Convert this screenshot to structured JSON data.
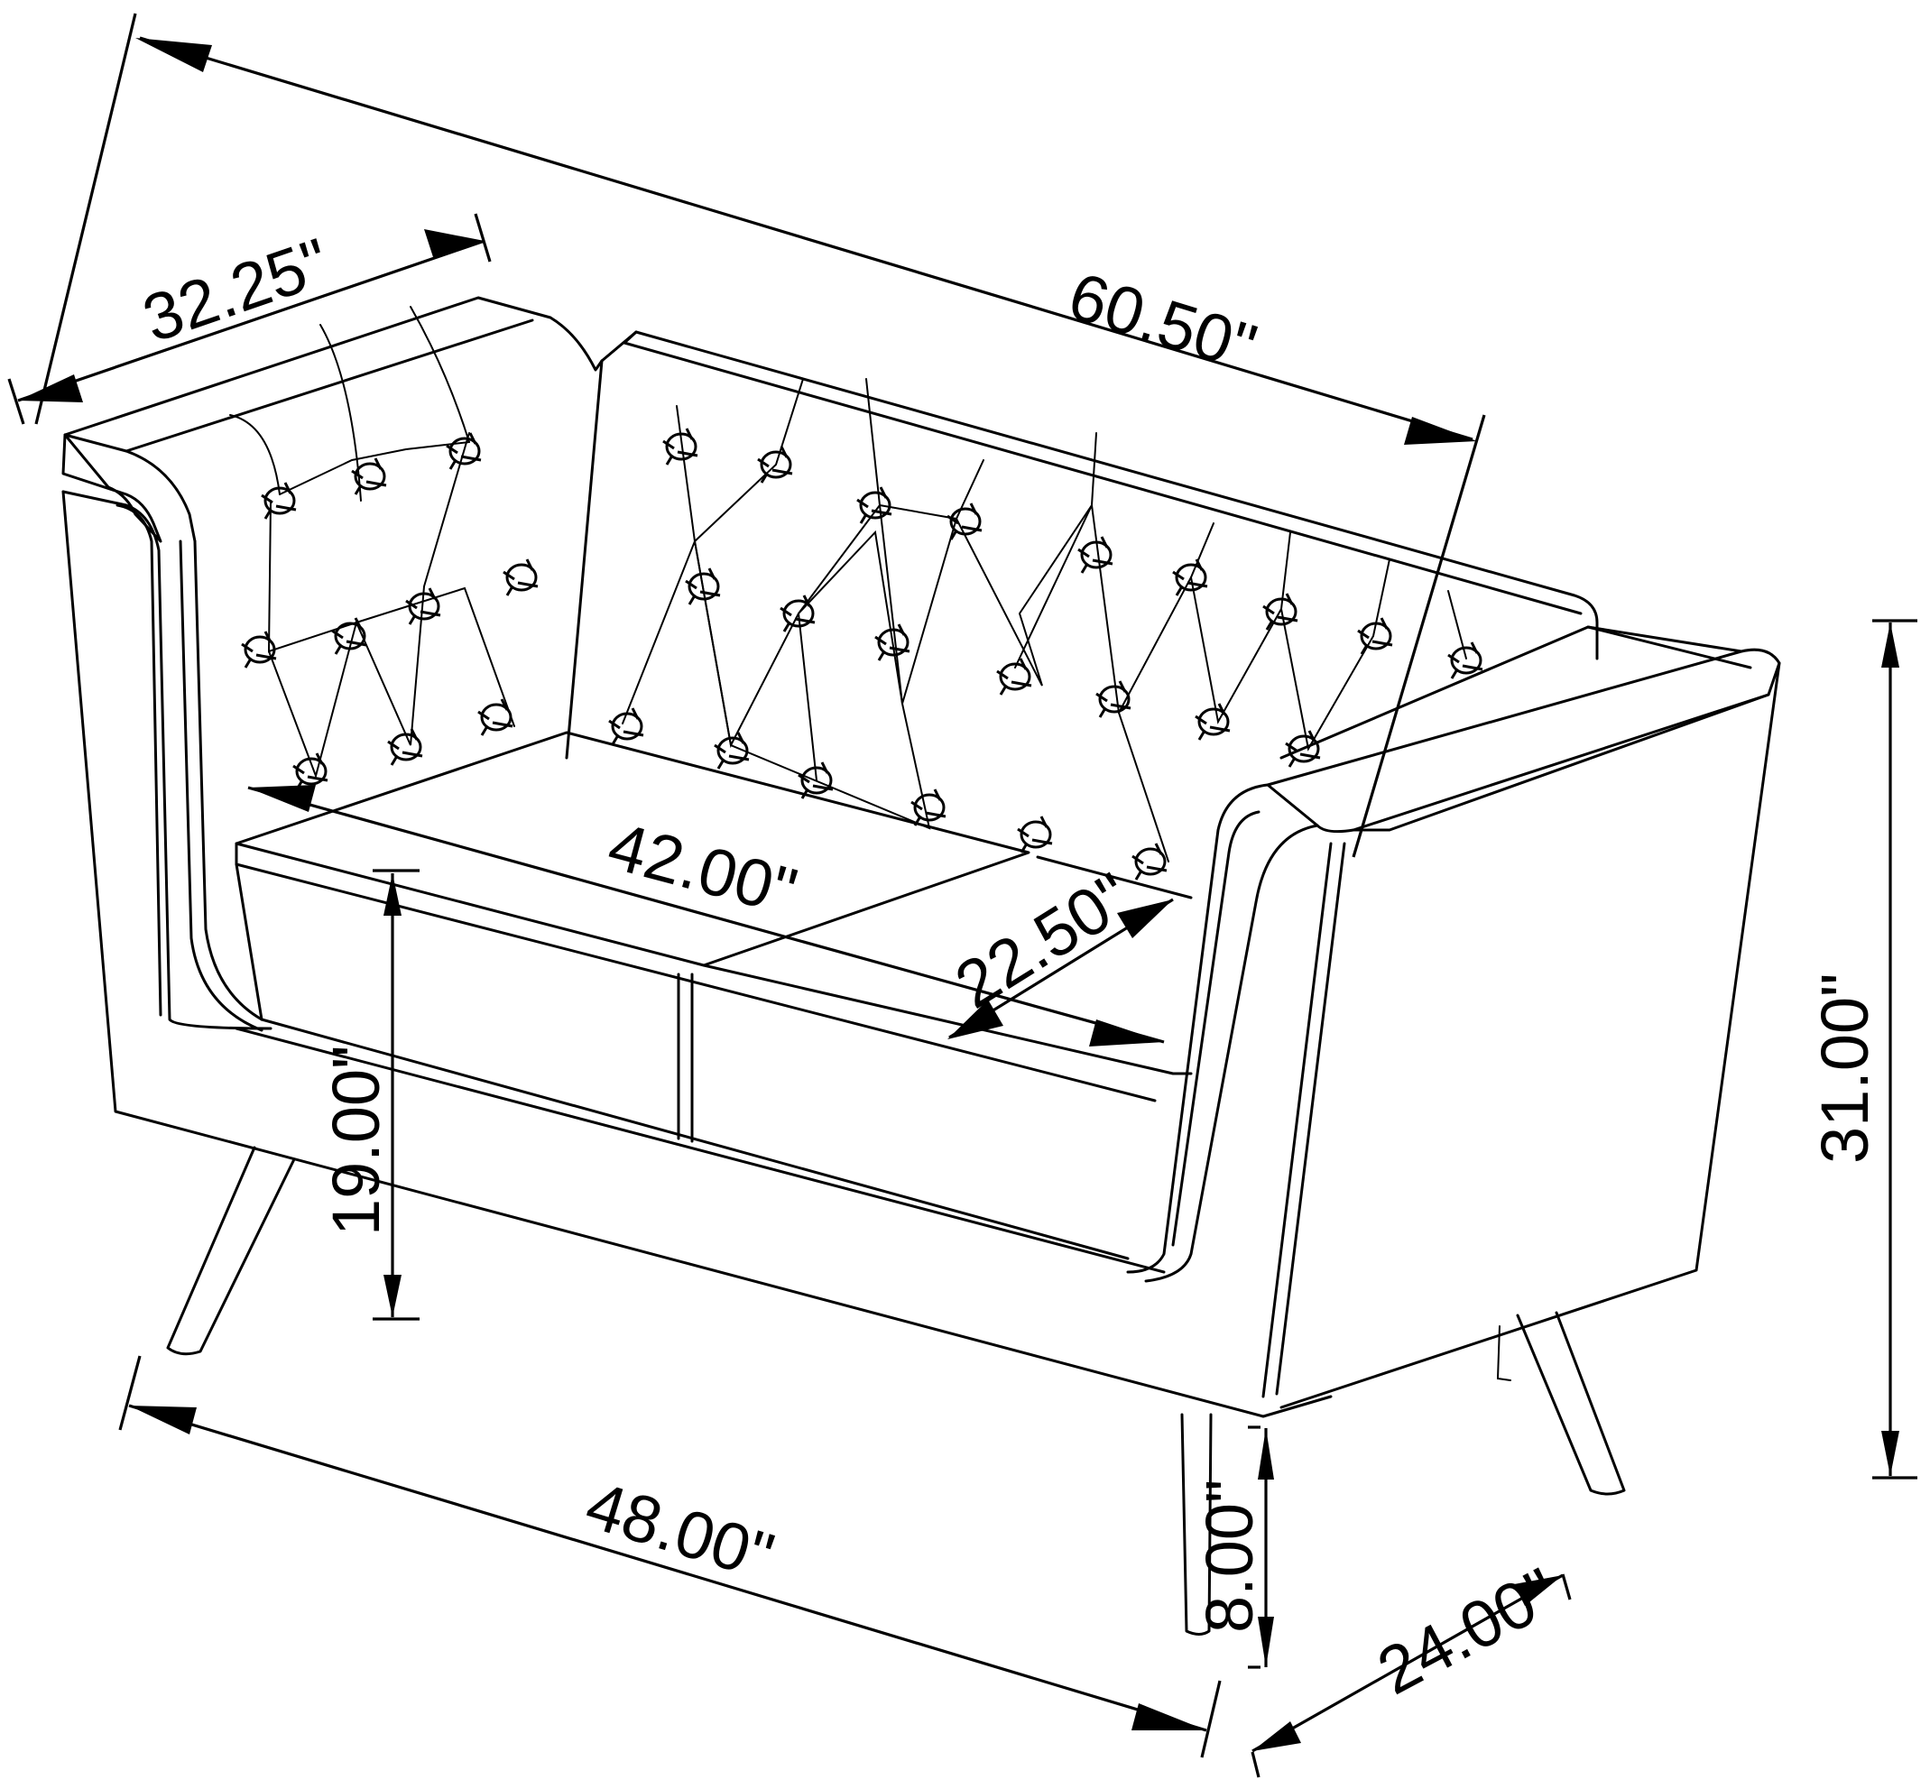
{
  "drawing": {
    "subject": "Tufted loveseat with angled legs",
    "units": "inches",
    "colors": {
      "line": "#000000",
      "background": "#ffffff"
    }
  },
  "dimensions": {
    "overall_width_back": {
      "label": "60.50\"",
      "value": 60.5,
      "description": "Overall width (back, top diagonal)"
    },
    "overall_depth": {
      "label": "32.25\"",
      "value": 32.25,
      "description": "Overall depth (arm top)"
    },
    "seat_width": {
      "label": "42.00\"",
      "value": 42.0,
      "description": "Seat width"
    },
    "seat_depth": {
      "label": "22.50\"",
      "value": 22.5,
      "description": "Seat depth"
    },
    "seat_height": {
      "label": "19.00\"",
      "value": 19.0,
      "description": "Seat height"
    },
    "overall_height": {
      "label": "31.00\"",
      "value": 31.0,
      "description": "Overall height"
    },
    "front_width": {
      "label": "48.00\"",
      "value": 48.0,
      "description": "Front width (base)"
    },
    "leg_height": {
      "label": "8.00\"",
      "value": 8.0,
      "description": "Leg height"
    },
    "side_depth": {
      "label": "24.00\"",
      "value": 24.0,
      "description": "Side depth (base)"
    }
  }
}
